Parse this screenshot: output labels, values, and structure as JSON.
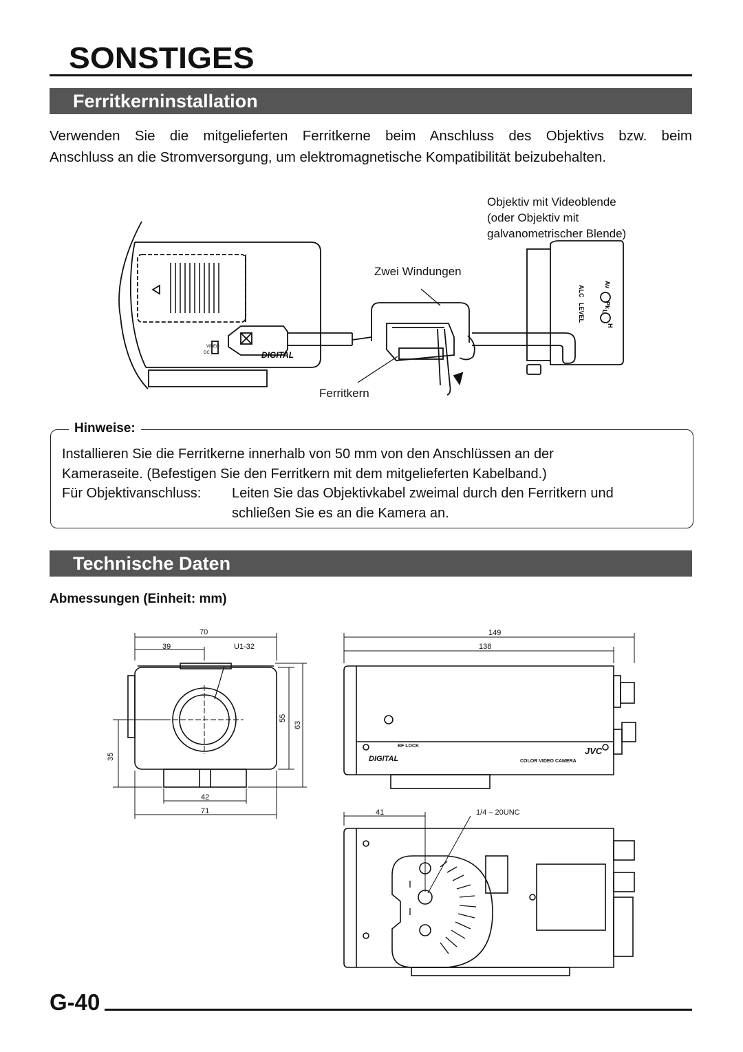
{
  "header": {
    "title": "SONSTIGES"
  },
  "sections": {
    "ferrite": {
      "title": "Ferritkerninstallation",
      "intro_line1": "Verwenden Sie die mitgelieferten Ferritkerne beim Anschluss des Objektivs bzw. beim",
      "intro_line2": "Anschluss an die Stromversorgung, um elektromagnetische Kompatibilität beizubehalten."
    },
    "specs": {
      "title": "Technische Daten"
    }
  },
  "diagram": {
    "lens_label_1": "Objektiv mit Videoblende",
    "lens_label_2": "(oder Objektiv mit",
    "lens_label_3": "galvanometrischer Blende)",
    "two_turns": "Zwei Windungen",
    "ferrite_core": "Ferritkern",
    "lens_markings": {
      "av": "Av",
      "pk": "Pk",
      "l": "L",
      "h": "H",
      "alc": "ALC",
      "level": "LEVEL"
    },
    "camera_markings": {
      "video": "VIDEO",
      "dc": "DC",
      "digital": "DIGITAL"
    }
  },
  "notes": {
    "heading": "Hinweise:",
    "line1": "Installieren Sie die Ferritkerne innerhalb von 50 mm von den Anschlüssen an der",
    "line2": "Kameraseite. (Befestigen Sie den Ferritkern mit dem mitgelieferten Kabelband.)",
    "lens_label": "Für Objektivanschluss:",
    "lens_text_1": "Leiten Sie das Objektivkabel zweimal durch den Ferritkern und",
    "lens_text_2": "schließen Sie es an die Kamera an."
  },
  "dimensions": {
    "heading": "Abmessungen (Einheit: mm)",
    "front": {
      "w70": "70",
      "w39": "39",
      "mount": "U1-32",
      "h55": "55",
      "h63": "63",
      "h35": "35",
      "w42": "42",
      "w71": "71"
    },
    "side": {
      "l149": "149",
      "l138": "138",
      "bf_lock": "BF LOCK",
      "digital": "DIGITAL",
      "brand": "JVC",
      "model": "COLOR VIDEO CAMERA"
    },
    "bottom": {
      "d41": "41",
      "thread": "1/4 – 20UNC"
    }
  },
  "footer": {
    "page_number": "G-40"
  }
}
